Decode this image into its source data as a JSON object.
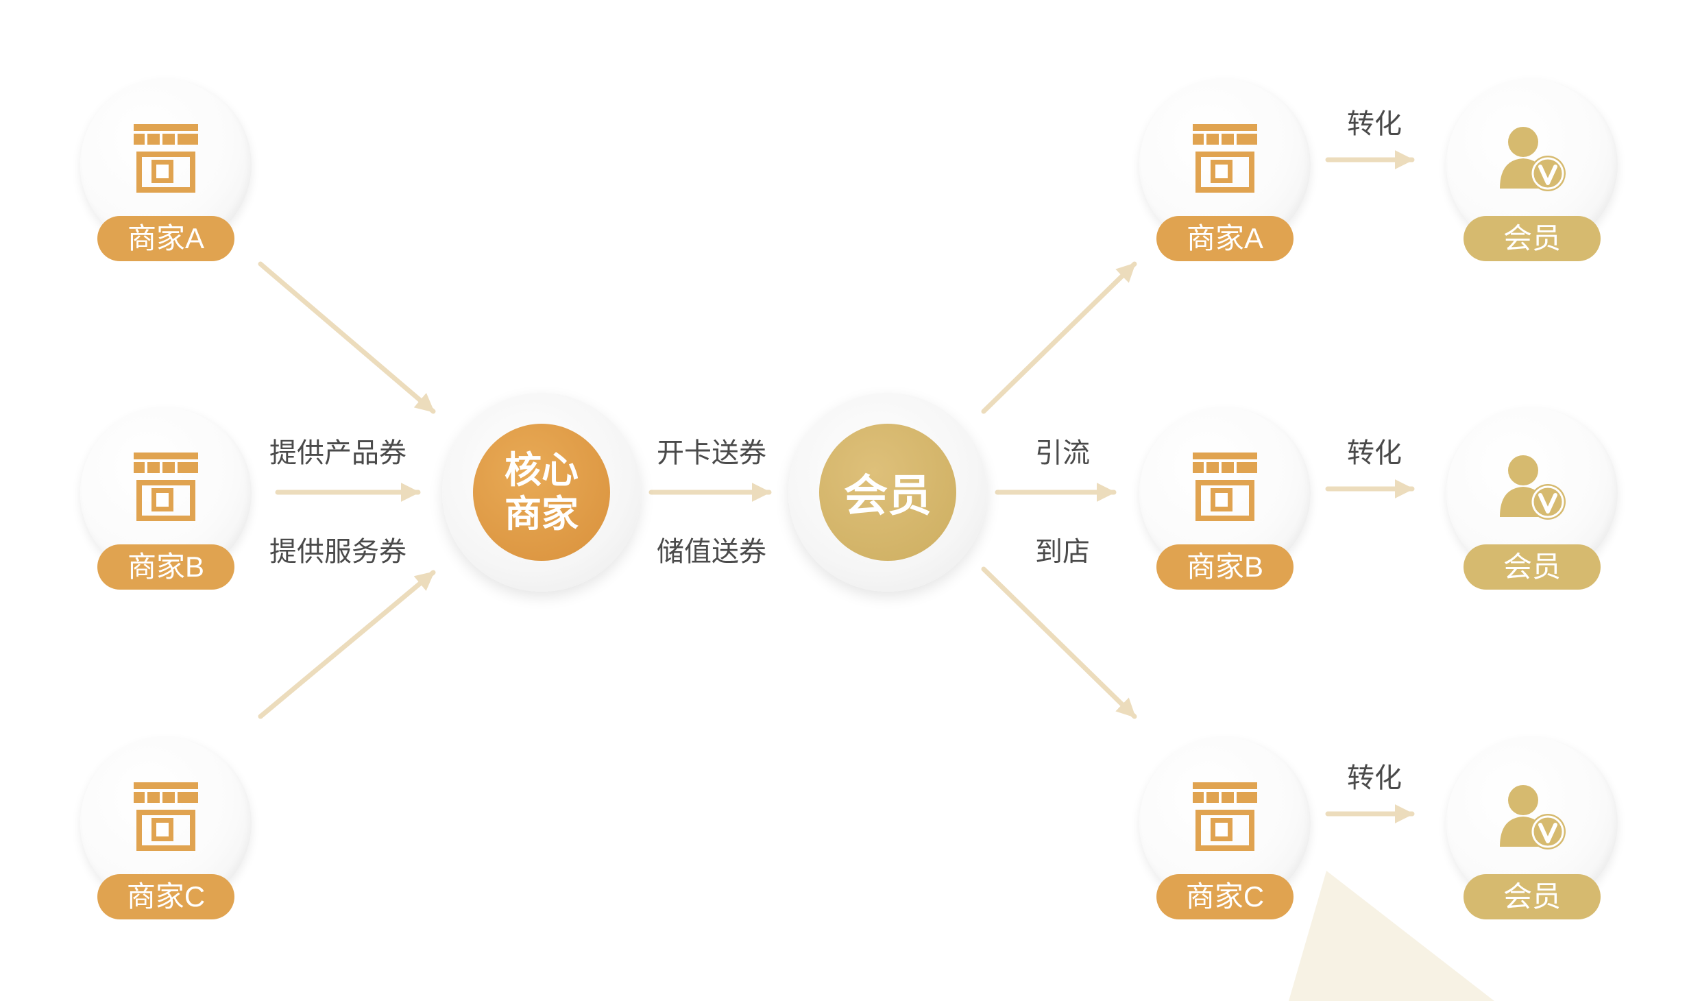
{
  "left_merchants": [
    {
      "label": "商家A"
    },
    {
      "label": "商家B"
    },
    {
      "label": "商家C"
    }
  ],
  "core_hub": {
    "line1": "核心",
    "line2": "商家"
  },
  "member_hub": {
    "label": "会员"
  },
  "left_flow_labels": {
    "top": "提供产品券",
    "bottom": "提供服务券"
  },
  "middle_flow_labels": {
    "top": "开卡送券",
    "bottom": "储值送券"
  },
  "right_flow_labels": {
    "top": "引流",
    "bottom": "到店"
  },
  "right_merchants": [
    {
      "label": "商家A"
    },
    {
      "label": "商家B"
    },
    {
      "label": "商家C"
    }
  ],
  "conversion_labels": [
    "转化",
    "转化",
    "转化"
  ],
  "members": [
    {
      "label": "会员"
    },
    {
      "label": "会员"
    },
    {
      "label": "会员"
    }
  ],
  "colors": {
    "store_orange": "#e0a350",
    "member_gold": "#d6ba6f",
    "arrow": "#ecdcbc",
    "decoration": "#f7f2e4",
    "text": "#4a4a4a"
  },
  "icons": {
    "store": "storefront-icon",
    "member": "vip-member-icon"
  }
}
